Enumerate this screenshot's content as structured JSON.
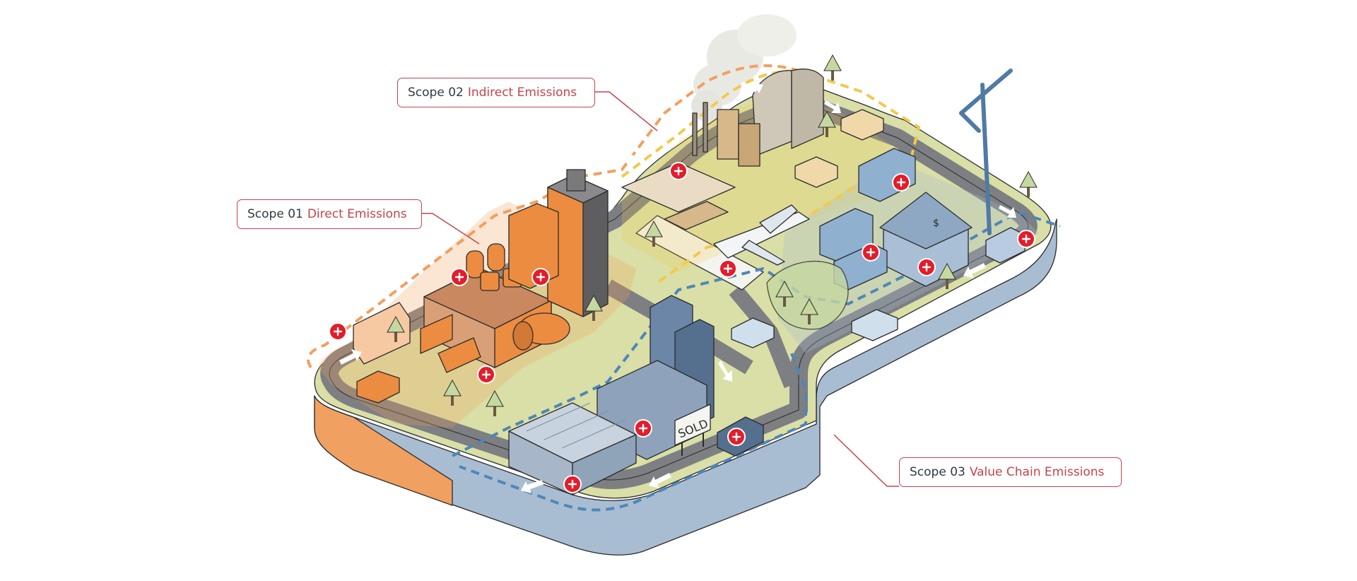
{
  "labels": [
    {
      "scope": "Scope 01",
      "kind": "Direct Emissions"
    },
    {
      "scope": "Scope 02",
      "kind": "Indirect Emissions"
    },
    {
      "scope": "Scope 03",
      "kind": "Value Chain Emissions"
    }
  ],
  "sign": {
    "sold": "SOLD"
  },
  "bank": {
    "symbol": "$"
  },
  "colors": {
    "label_border": "#c4444b",
    "label_text": "#2f3a45",
    "hotspot": "#e31d2b",
    "scope1": "#f0a060",
    "scope2": "#f2c94c",
    "scope3": "#4f86b8",
    "ground": "#d9dfa6",
    "road": "#7d7f82",
    "platform_blue": "#a9bdd2"
  },
  "icons": {
    "hotspot": "plus-icon",
    "road_arrow": "arrow-icon"
  }
}
